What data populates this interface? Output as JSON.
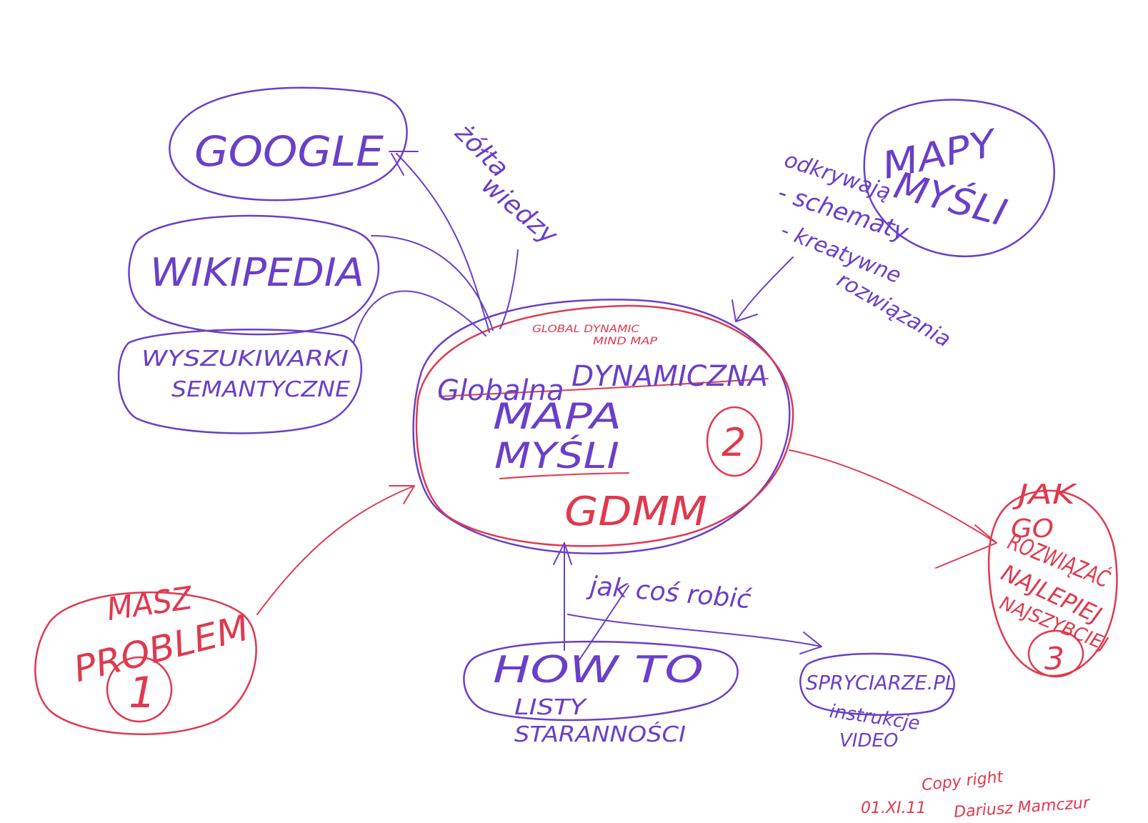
{
  "colors": {
    "ink_blue": "#6a3fc9",
    "ink_red": "#e0394e",
    "paper": "#ffffff"
  },
  "center": {
    "small_caption_line1": "GLOBAL DYNAMIC",
    "small_caption_line2": "MIND MAP",
    "struck_word": "Globalna",
    "line1": "DYNAMICZNA",
    "line2": "MAPA",
    "line3": "MYŚLI",
    "acronym": "GDMM",
    "number": "2"
  },
  "nodes": {
    "google": "GOOGLE",
    "wikipedia": "WIKIPEDIA",
    "semantic_line1": "WYSZUKIWARKI",
    "semantic_line2": "SEMANTYCZNE",
    "mind_maps_line1": "MAPY",
    "mind_maps_line2": "MYŚLI",
    "problem_line1": "MASZ",
    "problem_line2": "PROBLEM",
    "problem_number": "1",
    "how_line1": "JAK",
    "how_line2": "GO",
    "how_line3": "ROZWIĄZAĆ",
    "how_line4": "NAJLEPIEJ",
    "how_line5": "NAJSZYBCIEJ",
    "how_number": "3",
    "howto": "HOW TO",
    "lists_line1": "LISTY",
    "lists_line2": "STARANNOŚCI",
    "spryciarze": "SPRYCIARZE.PL",
    "video_line1": "instrukcje",
    "video_line2": "VIDEO"
  },
  "labels": {
    "yellow_knowledge_1": "żółta",
    "yellow_knowledge_2": "wiedzy",
    "discover_1": "odkrywają",
    "discover_2": "- schematy",
    "discover_3": "- kreatywne",
    "discover_4": "rozwiązania",
    "how_to_do": "jak coś robić"
  },
  "copyright": {
    "line1": "Copy right",
    "date": "01.XI.11",
    "author": "Dariusz Mamczur"
  }
}
